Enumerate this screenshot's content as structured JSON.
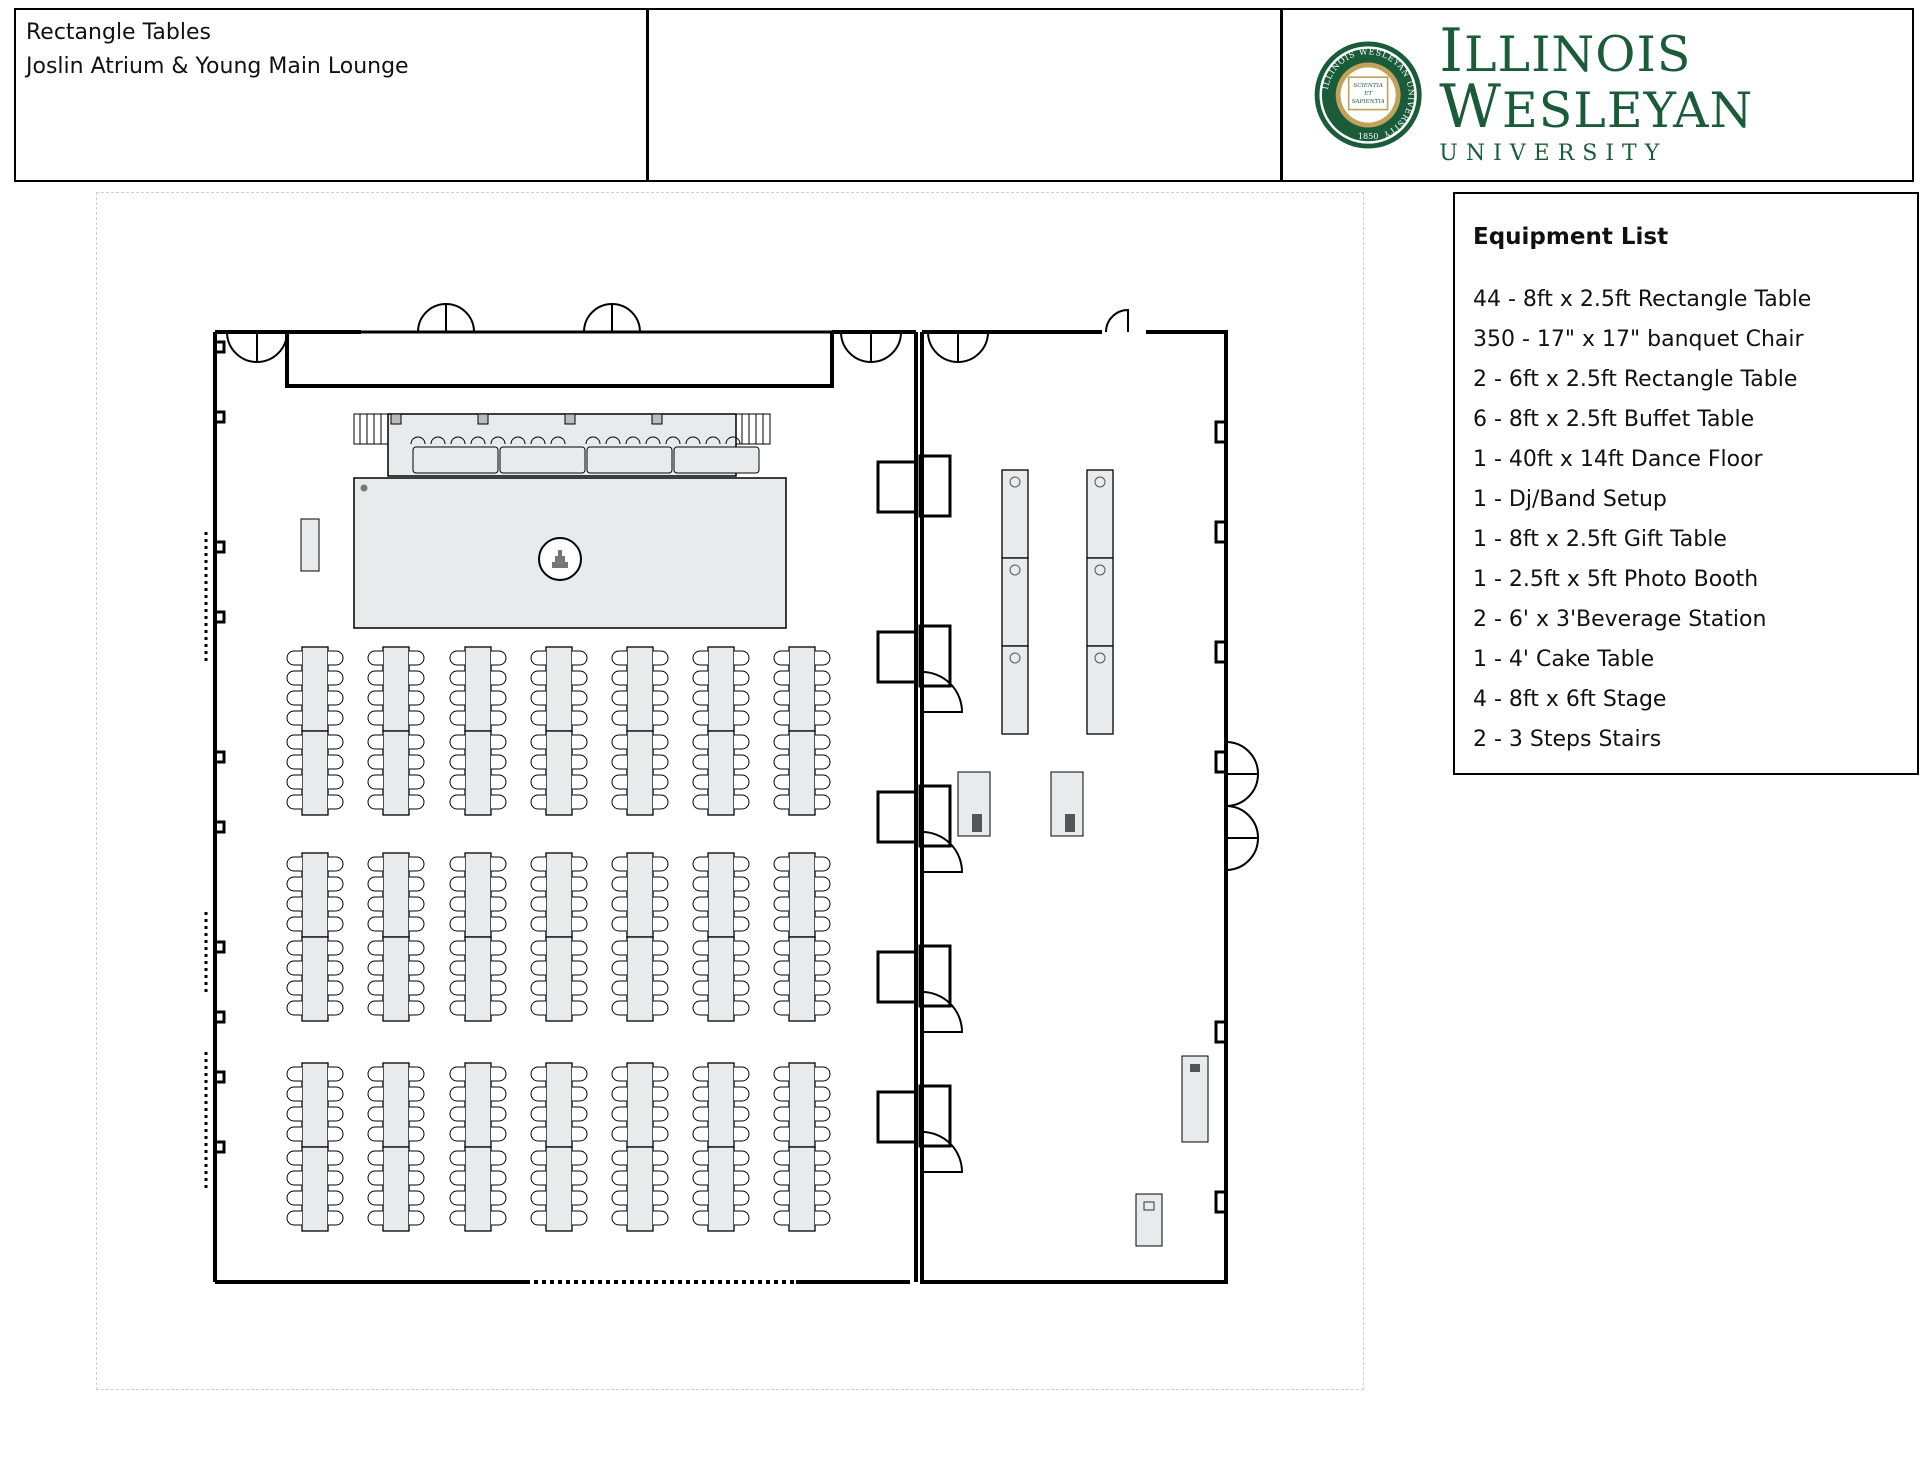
{
  "header": {
    "title": "Rectangle Tables",
    "venue": "Joslin Atrium & Young Main Lounge",
    "logo": {
      "seal_text_top": "ILLINOIS WESLEYAN UNIVERSITY",
      "seal_motto": "SCIENTIA ET SAPIENTIA",
      "seal_year": "1850",
      "name": "Illinois Wesleyan",
      "subtitle": "UNIVERSITY",
      "color": "#1a5c3a",
      "accent": "#c2a25a"
    }
  },
  "equipment": {
    "title": "Equipment List",
    "items": [
      "44 - 8ft x 2.5ft Rectangle Table",
      "350 - 17\" x 17\" banquet Chair",
      "2 - 6ft x 2.5ft Rectangle Table",
      "6 - 8ft x 2.5ft Buffet Table",
      "1 - 40ft x 14ft Dance Floor",
      "1 - Dj/Band Setup",
      "1 - 8ft x 2.5ft Gift Table",
      "1 - 2.5ft x 5ft Photo Booth",
      "2 - 6' x 3'Beverage Station",
      "1 - 4' Cake Table",
      "4 - 8ft x 6ft Stage",
      "2 - 3 Steps Stairs"
    ]
  },
  "floor_plan": {
    "table_fill": "#e9eaec",
    "banquet_grid": {
      "rows": 3,
      "columns": 7,
      "tables_per_group": 2,
      "chairs_per_side_per_table": 4
    },
    "buffet_tables": 6,
    "beverage_stations": 2,
    "icons": [
      "cake-icon",
      "photo-booth-icon",
      "dj-icon",
      "beverage-icon",
      "buffet-icon"
    ]
  }
}
